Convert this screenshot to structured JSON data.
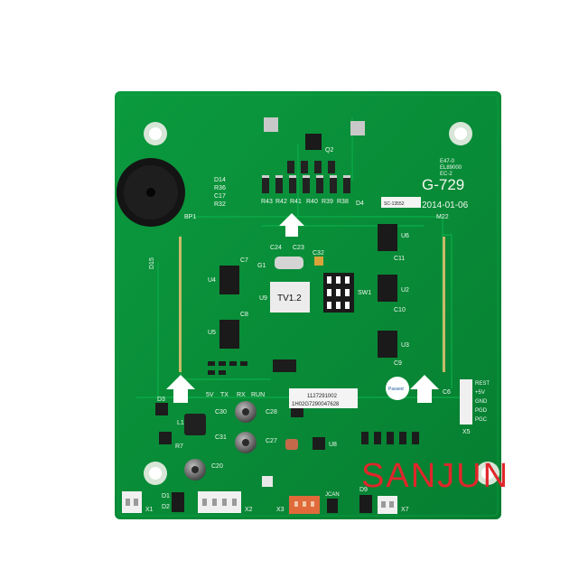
{
  "board": {
    "model": "G-729",
    "date": "2014-01-06",
    "cert_lines": [
      "E47-0",
      "EL89000",
      "EC-2"
    ],
    "version_chip": "TV1.2",
    "sticker_top": "SC-13552",
    "sticker_bottom_line1": "1127291002",
    "sticker_bottom_line2": "1H02G7290047628",
    "badge": "Passed",
    "mark_m22": "M22"
  },
  "labels": {
    "bp1": "BP1",
    "q2": "Q2",
    "d4": "D4",
    "d14": "D14",
    "r36": "R36",
    "c17": "C17",
    "r32": "R32",
    "r43": "R43",
    "r42": "R42",
    "r41": "R41",
    "r40": "R40",
    "r39": "R39",
    "r38": "R38",
    "c24": "C24",
    "c23": "C23",
    "c32": "C32",
    "g1": "G1",
    "c7": "C7",
    "u4": "U4",
    "u9": "U9",
    "c8": "C8",
    "u5": "U5",
    "u6": "U6",
    "c11": "C11",
    "u2": "U2",
    "c10": "C10",
    "u3": "U3",
    "c9": "C9",
    "sw1": "SW1",
    "c6": "C6",
    "d15": "D15",
    "d3": "D3",
    "c30": "C30",
    "c31": "C31",
    "c28": "C28",
    "c27": "C27",
    "c20": "C20",
    "u8": "U8",
    "l1": "L1",
    "r7": "R7",
    "x1": "X1",
    "x2": "X2",
    "x3": "X3",
    "x5": "X5",
    "x7": "X7",
    "d1": "D1",
    "d2": "D2",
    "jcan": "JCAN",
    "d9": "D9"
  },
  "header_labels": [
    "5V",
    "TX",
    "RX",
    "RUN"
  ],
  "x5_pins": [
    "REST",
    "+5V",
    "GND",
    "PGD",
    "PGC"
  ],
  "watermark": "SANJUN",
  "colors": {
    "pcb": "#0a8f3a",
    "pcb_dark": "#067a30",
    "silkscreen": "#f2f7f0",
    "watermark": "#e0262a"
  }
}
